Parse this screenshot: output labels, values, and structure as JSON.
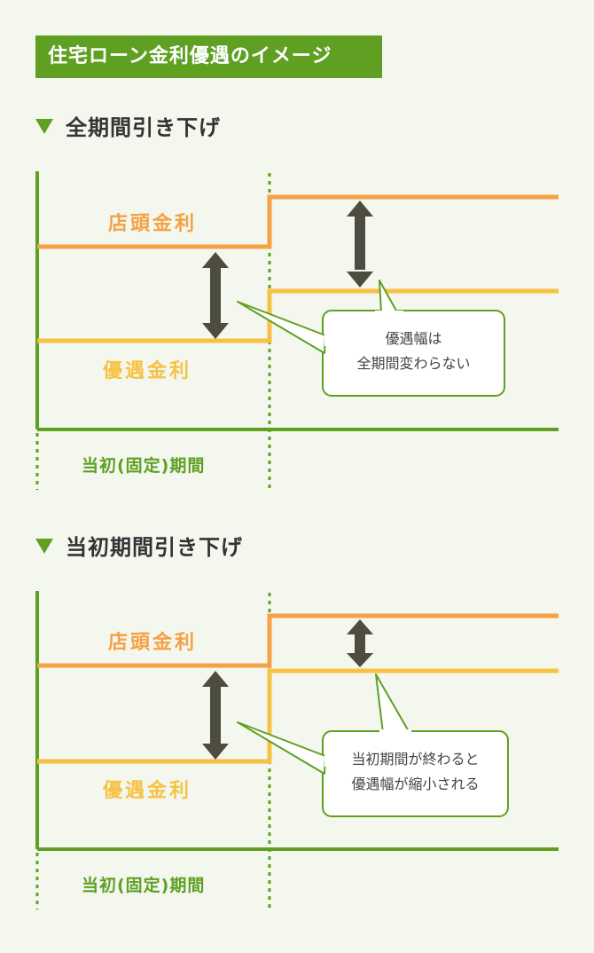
{
  "title": "住宅ローン金利優遇のイメージ",
  "sections": [
    {
      "heading": "全期間引き下げ",
      "store_rate_label": "店頭金利",
      "preferred_rate_label": "優遇金利",
      "period_label": "当初(固定)期間",
      "bubble_lines": [
        "優遇幅は",
        "全期間変わらない"
      ]
    },
    {
      "heading": "当初期間引き下げ",
      "store_rate_label": "店頭金利",
      "preferred_rate_label": "優遇金利",
      "period_label": "当初(固定)期間",
      "bubble_lines": [
        "当初期間が終わると",
        "優遇幅が縮小される"
      ]
    }
  ],
  "colors": {
    "green": "#5fa023",
    "orange": "#f5a144",
    "yellow": "#f7c243",
    "arrow": "#4e4c40",
    "background": "#f3f7ee"
  }
}
